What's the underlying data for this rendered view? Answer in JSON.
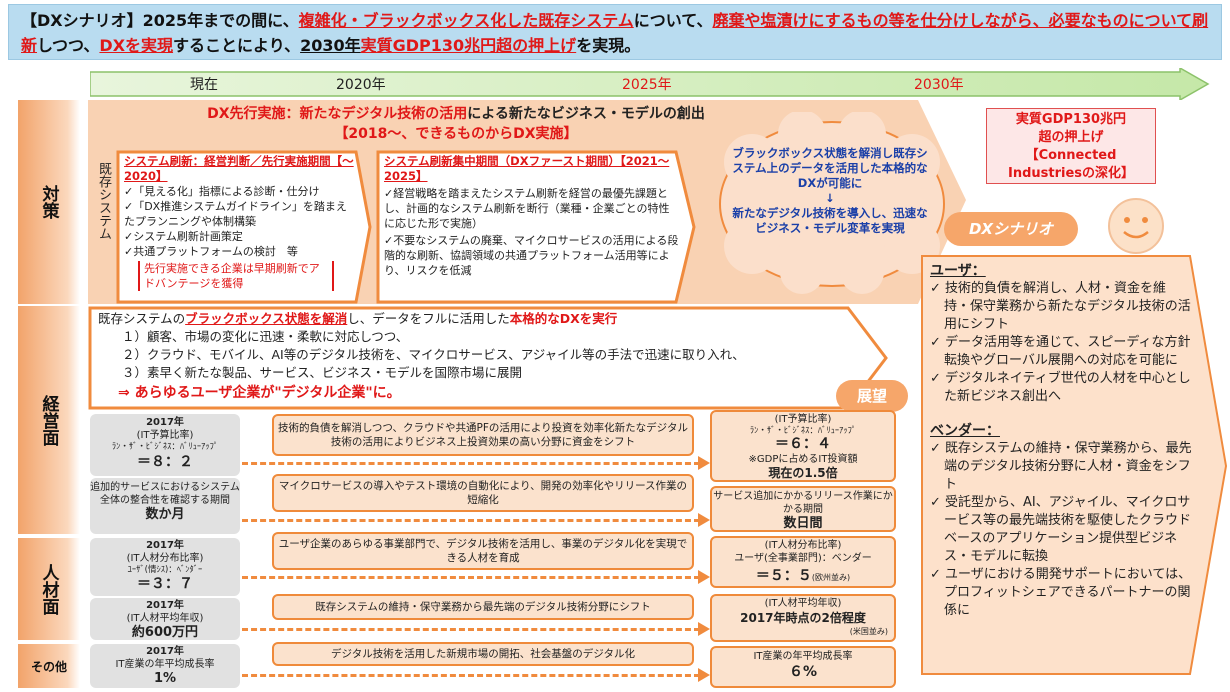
{
  "banner": {
    "p1": "【DXシナリオ】2025年までの間に、",
    "p2": "複雑化・ブラックボックス化した既存システム",
    "p3": "について、",
    "p4": "廃棄や塩漬けにするもの等を仕分けしながら、必要なものについて刷新",
    "p5": "しつつ、",
    "p6": "DXを実現",
    "p7": "することにより、",
    "p8": "2030年",
    "p9": "実質GDP130兆円超の押上げ",
    "p10": "を実現。"
  },
  "timeline": {
    "t0": "現在",
    "t1": "2020年",
    "t2": "2025年",
    "t3": "2030年"
  },
  "gdp_box": {
    "l1": "実質GDP130兆円",
    "l2": "超の押上げ",
    "l3": "【Connected",
    "l4": "Industriesの深化】"
  },
  "row_labels": {
    "taisaku": "対策",
    "keiei": "経営面",
    "jinzai": "人材面",
    "sonota": "その他"
  },
  "dx_lead": {
    "l1a": "DX先行実施：新たなデジタル技術の活用",
    "l1b": "による新たなビジネス・モデルの創出",
    "l2": "【2018～、できるものからDX実施】"
  },
  "kizon_label": "既存システム",
  "phase1": {
    "title": "システム刷新：経営判断／先行実施期間【～2020】",
    "items": [
      "✓「見える化」指標による診断・仕分け",
      "✓「DX推進システムガイドライン」を踏まえたプランニングや体制構築",
      "✓システム刷新計画策定",
      "✓共通プラットフォームの検討　等"
    ],
    "note": "先行実施できる企業は早期刷新でアドバンテージを獲得"
  },
  "phase2": {
    "title": "システム刷新集中期間（DXファースト期間）【2021～2025】",
    "items": [
      "✓経営戦略を踏まえたシステム刷新を経営の最優先課題とし、計画的なシステム刷新を断行（業種・企業ごとの特性に応じた形で実施）",
      "✓不要なシステムの廃棄、マイクロサービスの活用による段階的な刷新、協調領域の共通プラットフォーム活用等により、リスクを低減"
    ]
  },
  "cloud": {
    "l1": "ブラックボックス状態を解消し既存システム上のデータを活用した本格的なDXが可能に",
    "arrow": "↓",
    "l2": "新たなデジタル技術を導入し、迅速なビジネス・モデル変革を実現"
  },
  "keiei_box": {
    "l1a": "既存システムの",
    "l1b": "ブラックボックス状態を解消",
    "l1c": "し、データをフルに活用した",
    "l1d": "本格的なDXを実行",
    "items": [
      "１）顧客、市場の変化に迅速・柔軟に対応しつつ、",
      "２）クラウド、モバイル、AI等のデジタル技術を、マイクロサービス、アジャイル等の手法で迅速に取り入れ、",
      "３）素早く新たな製品、サービス、ビジネス・モデルを国際市場に展開"
    ],
    "conclusion": "⇒ あらゆるユーザ企業が\"デジタル企業\"に。"
  },
  "tenbo": "展望",
  "dx_scenario": {
    "badge": "DXシナリオ",
    "user_title": "ユーザ：",
    "user_items": [
      "技術的負債を解消し、人材・資金を維持・保守業務から新たなデジタル技術の活用にシフト",
      "データ活用等を通じて、スピーディな方針転換やグローバル展開への対応を可能に",
      "デジタルネイティブ世代の人材を中心とした新ビジネス創出へ"
    ],
    "vendor_title": "ベンダー：",
    "vendor_items": [
      "既存システムの維持・保守業務から、最先端のデジタル技術分野に人材・資金をシフト",
      "受託型から、AI、アジャイル、マイクロサービス等の最先端技術を駆使したクラウドベースのアプリケーション提供型ビジネス・モデルに転換",
      "ユーザにおける開発サポートにおいては、プロフィットシェアできるパートナーの関係に"
    ]
  },
  "rows": [
    {
      "left_a": "2017年",
      "left_b": "(IT予算比率)",
      "left_c": "ﾗﾝ・ｻﾞ・ﾋﾞｼﾞﾈｽ：ﾊﾞﾘｭｰｱｯﾌﾟ",
      "left_d": "＝８：２",
      "mid": "技術的負債を解消しつつ、クラウドや共通PFの活用により投資を効率化新たなデジタル技術の活用によりビジネス上投資効果の高い分野に資金をシフト",
      "right_a": "(IT予算比率)",
      "right_b": "ﾗﾝ・ｻﾞ・ﾋﾞｼﾞﾈｽ：ﾊﾞﾘｭｰｱｯﾌﾟ",
      "right_c": "＝６：４",
      "right_d": "※GDPに占めるIT投資額",
      "right_e": "現在の1.5倍"
    },
    {
      "left_a": "追加的サービスにおけるシステム全体の整合性を確認する期間",
      "left_d": "数か月",
      "mid": "マイクロサービスの導入やテスト環境の自動化により、開発の効率化やリリース作業の短縮化",
      "right_a": "サービス追加にかかるリリース作業にかかる期間",
      "right_c": "数日間"
    },
    {
      "left_a": "2017年",
      "left_b": "(IT人材分布比率)",
      "left_c": "ﾕｰｻﾞ(情ｼｽ)：ﾍﾞﾝﾀﾞｰ",
      "left_d": "＝３：７",
      "mid": "ユーザ企業のあらゆる事業部門で、デジタル技術を活用し、事業のデジタル化を実現できる人材を育成",
      "right_a": "(IT人材分布比率)",
      "right_b": "ユーザ(全事業部門)：ベンダー",
      "right_c": "＝５：５",
      "right_d": "(欧州並み)"
    },
    {
      "left_a": "2017年",
      "left_b": "(IT人材平均年収)",
      "left_d": "約600万円",
      "mid": "既存システムの維持・保守業務から最先端のデジタル技術分野にシフト",
      "right_a": "(IT人材平均年収)",
      "right_b": "2017年時点の2倍程度",
      "right_d": "(米国並み)"
    },
    {
      "left_a": "2017年",
      "left_b": "IT産業の年平均成長率",
      "left_d": "1%",
      "mid": "デジタル技術を活用した新規市場の開拓、社会基盤のデジタル化",
      "right_a": "IT産業の年平均成長率",
      "right_c": "６%"
    }
  ]
}
